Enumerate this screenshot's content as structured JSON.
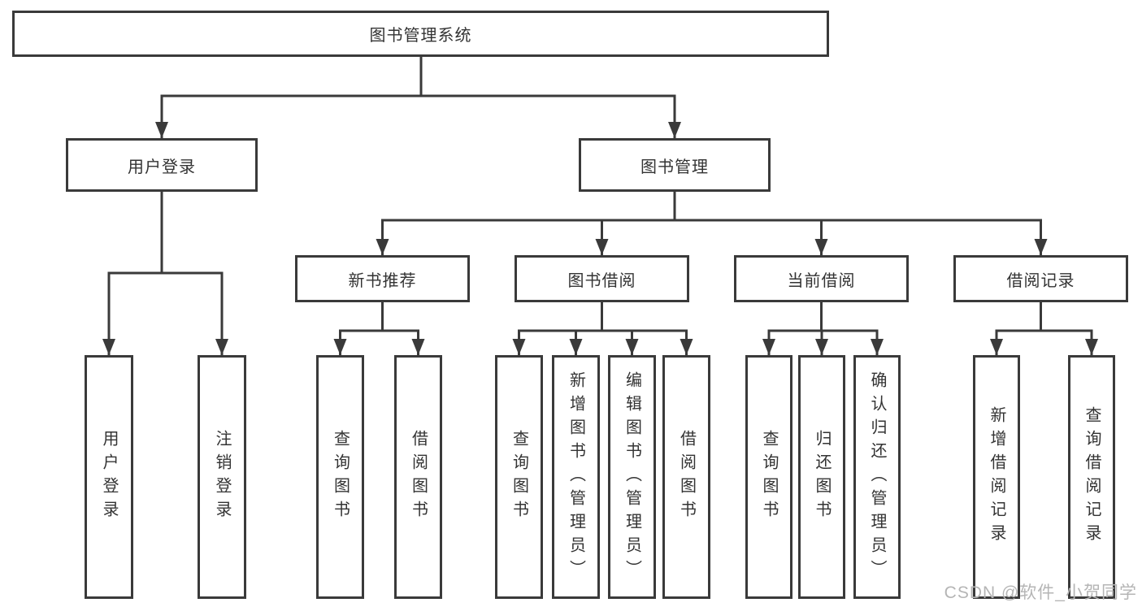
{
  "tree": {
    "label": "图书管理系统",
    "children": [
      {
        "label": "用户登录",
        "children": [
          {
            "label": "用户登录"
          },
          {
            "label": "注销登录"
          }
        ]
      },
      {
        "label": "图书管理",
        "children": [
          {
            "label": "新书推荐",
            "children": [
              {
                "label": "查询图书"
              },
              {
                "label": "借阅图书"
              }
            ]
          },
          {
            "label": "图书借阅",
            "children": [
              {
                "label": "查询图书"
              },
              {
                "label": "新增图书（管理员）"
              },
              {
                "label": "编辑图书（管理员）"
              },
              {
                "label": "借阅图书"
              }
            ]
          },
          {
            "label": "当前借阅",
            "children": [
              {
                "label": "查询图书"
              },
              {
                "label": "归还图书"
              },
              {
                "label": "确认归还（管理员）"
              }
            ]
          },
          {
            "label": "借阅记录",
            "children": [
              {
                "label": "新增借阅记录"
              },
              {
                "label": "查询借阅记录"
              }
            ]
          }
        ]
      }
    ]
  },
  "watermark": {
    "text": "CSDN @软件_小贺同学"
  },
  "colors": {
    "line": "#3a3a3a",
    "text": "#333333",
    "background": "#ffffff",
    "watermark": "#b5b5b5"
  }
}
